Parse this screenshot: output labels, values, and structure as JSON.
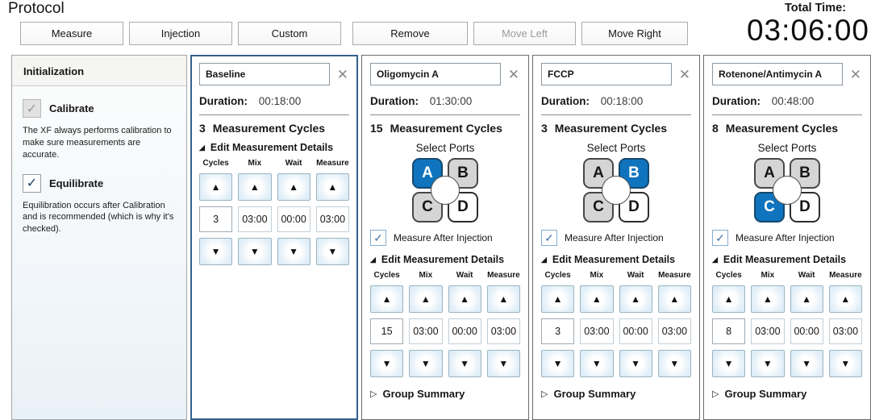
{
  "page": {
    "title": "Protocol"
  },
  "toolbar": {
    "measure": "Measure",
    "injection": "Injection",
    "custom": "Custom",
    "remove": "Remove",
    "move_left": "Move Left",
    "move_left_disabled": true,
    "move_right": "Move Right"
  },
  "total_time": {
    "label": "Total Time:",
    "value": "03:06:00"
  },
  "icons": {
    "close": "✕",
    "check": "✓",
    "up_arrow": "▲",
    "down_arrow": "▼",
    "expander_expanded": "◢",
    "expander_collapsed": "▷"
  },
  "labels": {
    "duration": "Duration:",
    "measurement_cycles": "Measurement Cycles",
    "select_ports": "Select Ports",
    "measure_after_injection": "Measure After Injection",
    "edit_measurement_details": "Edit Measurement Details",
    "group_summary": "Group Summary",
    "columns": [
      "Cycles",
      "Mix",
      "Wait",
      "Measure"
    ]
  },
  "initialization": {
    "header": "Initialization",
    "calibrate_label": "Calibrate",
    "calibrate_checked": true,
    "calibrate_disabled": true,
    "calibrate_description": "The XF always performs calibration to make sure measurements are accurate.",
    "equilibrate_label": "Equilibrate",
    "equilibrate_checked": true,
    "equilibrate_description": "Equilibration occurs after Calibration and is recommended (which is why it's checked)."
  },
  "cards": [
    {
      "name": "Baseline",
      "selected": true,
      "duration": "00:18:00",
      "cycles": "3",
      "values": {
        "cycles": "3",
        "mix": "03:00",
        "wait": "00:00",
        "measure": "03:00"
      }
    },
    {
      "name": "Oligomycin A",
      "selected": false,
      "duration": "01:30:00",
      "cycles": "15",
      "ports": [
        {
          "letter": "A",
          "state": "selected"
        },
        {
          "letter": "B",
          "state": "used"
        },
        {
          "letter": "C",
          "state": "used"
        },
        {
          "letter": "D",
          "state": "unused"
        }
      ],
      "measure_after_injection": true,
      "values": {
        "cycles": "15",
        "mix": "03:00",
        "wait": "00:00",
        "measure": "03:00"
      }
    },
    {
      "name": "FCCP",
      "selected": false,
      "duration": "00:18:00",
      "cycles": "3",
      "ports": [
        {
          "letter": "A",
          "state": "used"
        },
        {
          "letter": "B",
          "state": "selected"
        },
        {
          "letter": "C",
          "state": "used"
        },
        {
          "letter": "D",
          "state": "unused"
        }
      ],
      "measure_after_injection": true,
      "values": {
        "cycles": "3",
        "mix": "03:00",
        "wait": "00:00",
        "measure": "03:00"
      }
    },
    {
      "name": "Rotenone/Antimycin A",
      "selected": false,
      "duration": "00:48:00",
      "cycles": "8",
      "ports": [
        {
          "letter": "A",
          "state": "used"
        },
        {
          "letter": "B",
          "state": "used"
        },
        {
          "letter": "C",
          "state": "selected"
        },
        {
          "letter": "D",
          "state": "unused"
        }
      ],
      "measure_after_injection": true,
      "values": {
        "cycles": "8",
        "mix": "03:00",
        "wait": "00:00",
        "measure": "03:00"
      }
    }
  ]
}
